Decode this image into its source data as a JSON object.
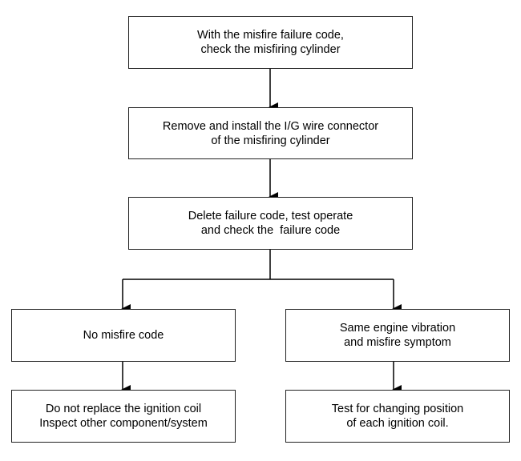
{
  "flowchart": {
    "step1": [
      "With the misfire failure code,",
      "check the misfiring cylinder"
    ],
    "step2": [
      "Remove and install the I/G wire connector",
      "of the misfiring cylinder"
    ],
    "step3": [
      "Delete failure code, test operate",
      "and check the  failure code"
    ],
    "left_branch": [
      "No misfire code"
    ],
    "right_branch": [
      "Same engine vibration",
      "and misfire symptom"
    ],
    "left_result": [
      "Do not replace the ignition coil",
      "Inspect other component/system"
    ],
    "right_result": [
      "Test for changing position",
      "of each ignition coil."
    ]
  }
}
